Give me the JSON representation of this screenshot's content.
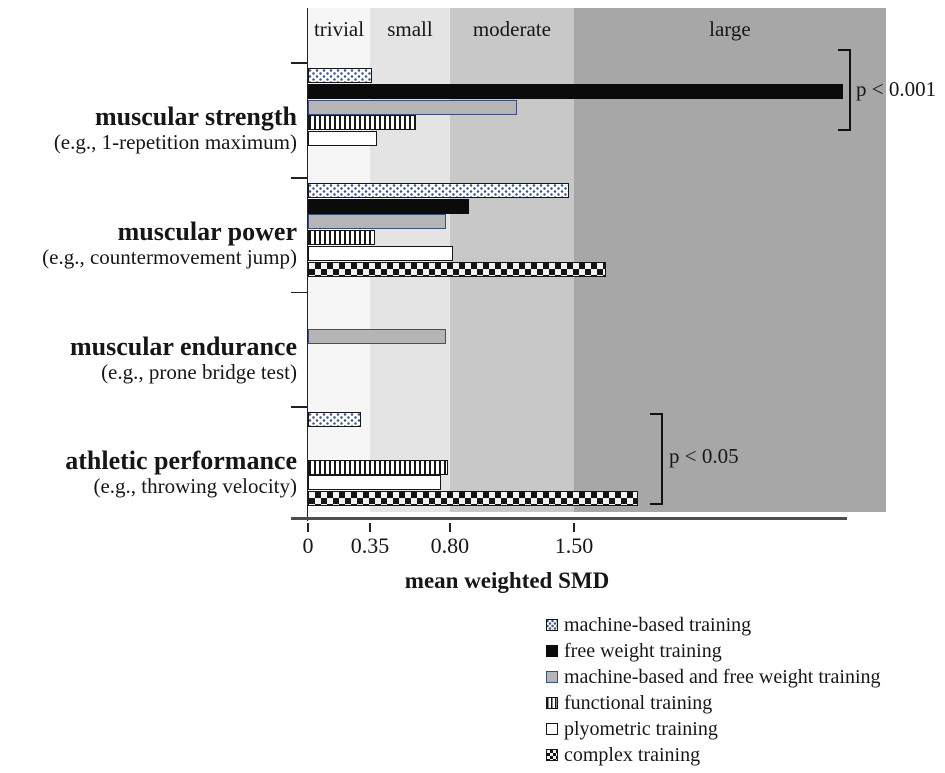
{
  "chart_data": {
    "type": "bar",
    "orientation": "horizontal",
    "xlabel": "mean weighted SMD",
    "xlim": [
      0,
      3.26
    ],
    "x_ticks": [
      0,
      0.35,
      0.8,
      1.5
    ],
    "x_tick_labels": [
      "0",
      "0.35",
      "0.80",
      "1.50"
    ],
    "grid": false,
    "legend_position": "bottom-right",
    "effect_zones": [
      {
        "label": "trivial",
        "from": 0,
        "to": 0.35,
        "color": "#f6f6f6"
      },
      {
        "label": "small",
        "from": 0.35,
        "to": 0.8,
        "color": "#e4e4e4"
      },
      {
        "label": "moderate",
        "from": 0.8,
        "to": 1.5,
        "color": "#c8c8c8"
      },
      {
        "label": "large",
        "from": 1.5,
        "to": 3.26,
        "color": "#a7a7a7"
      }
    ],
    "series": [
      {
        "name": "machine-based training",
        "pattern": "dots"
      },
      {
        "name": "free weight training",
        "pattern": "black"
      },
      {
        "name": "machine-based and free weight training",
        "pattern": "gray"
      },
      {
        "name": "functional training",
        "pattern": "stripes"
      },
      {
        "name": "plyometric training",
        "pattern": "white"
      },
      {
        "name": "complex training",
        "pattern": "checker"
      }
    ],
    "groups": [
      {
        "title": "muscular strength",
        "subtitle": "(e.g., 1-repetition maximum)",
        "values": [
          0.36,
          3.02,
          1.18,
          0.61,
          0.39,
          null
        ]
      },
      {
        "title": "muscular power",
        "subtitle": "(e.g., countermovement jump)",
        "values": [
          1.47,
          0.91,
          0.78,
          0.38,
          0.82,
          1.68
        ]
      },
      {
        "title": "muscular endurance",
        "subtitle": "(e.g., prone bridge test)",
        "values": [
          null,
          null,
          0.78,
          null,
          null,
          null
        ]
      },
      {
        "title": "athletic performance",
        "subtitle": "(e.g., throwing velocity)",
        "values": [
          0.3,
          null,
          null,
          0.79,
          0.75,
          1.86
        ]
      }
    ],
    "annotations": [
      {
        "text": "p < 0.001",
        "group": "muscular strength",
        "px": {
          "x": 849,
          "y1": 49,
          "y2": 131,
          "text_x": 856,
          "text_cy": 90
        }
      },
      {
        "text": "p < 0.05",
        "group": "athletic performance",
        "px": {
          "x": 661,
          "y1": 413,
          "y2": 505,
          "text_x": 669,
          "text_cy": 457
        }
      }
    ]
  }
}
